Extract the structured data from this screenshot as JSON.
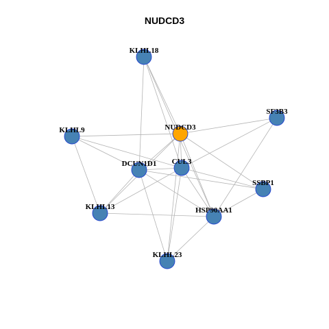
{
  "title": "NUDCD3",
  "colors": {
    "center_node": "#FFA500",
    "node": "#4682B4",
    "node_stroke": "#1F3FD0",
    "edge": "#B3B3B3"
  },
  "nodes": [
    {
      "id": "NUDCD3",
      "label": "NUDCD3",
      "center": true
    },
    {
      "id": "KLHL18",
      "label": "KLHL18"
    },
    {
      "id": "SF3B3",
      "label": "SF3B3"
    },
    {
      "id": "KLHL9",
      "label": "KLHL9"
    },
    {
      "id": "DCUN1D1",
      "label": "DCUN1D1"
    },
    {
      "id": "CUL3",
      "label": "CUL3"
    },
    {
      "id": "SSBP1",
      "label": "SSBP1"
    },
    {
      "id": "KLHL13",
      "label": "KLHL13"
    },
    {
      "id": "HSP90AA1",
      "label": "HSP90AA1"
    },
    {
      "id": "KLHL23",
      "label": "KLHL23"
    }
  ],
  "edges": [
    [
      "KLHL18",
      "NUDCD3"
    ],
    [
      "KLHL18",
      "DCUN1D1"
    ],
    [
      "KLHL18",
      "CUL3"
    ],
    [
      "KLHL18",
      "HSP90AA1"
    ],
    [
      "SF3B3",
      "NUDCD3"
    ],
    [
      "SF3B3",
      "CUL3"
    ],
    [
      "SF3B3",
      "HSP90AA1"
    ],
    [
      "KLHL9",
      "NUDCD3"
    ],
    [
      "KLHL9",
      "DCUN1D1"
    ],
    [
      "KLHL9",
      "CUL3"
    ],
    [
      "KLHL9",
      "KLHL13"
    ],
    [
      "NUDCD3",
      "DCUN1D1"
    ],
    [
      "NUDCD3",
      "CUL3"
    ],
    [
      "NUDCD3",
      "SSBP1"
    ],
    [
      "NUDCD3",
      "HSP90AA1"
    ],
    [
      "NUDCD3",
      "KLHL13"
    ],
    [
      "NUDCD3",
      "KLHL23"
    ],
    [
      "DCUN1D1",
      "CUL3"
    ],
    [
      "DCUN1D1",
      "SSBP1"
    ],
    [
      "DCUN1D1",
      "HSP90AA1"
    ],
    [
      "DCUN1D1",
      "KLHL13"
    ],
    [
      "DCUN1D1",
      "KLHL23"
    ],
    [
      "CUL3",
      "SSBP1"
    ],
    [
      "CUL3",
      "HSP90AA1"
    ],
    [
      "CUL3",
      "KLHL13"
    ],
    [
      "CUL3",
      "KLHL23"
    ],
    [
      "SSBP1",
      "HSP90AA1"
    ],
    [
      "KLHL13",
      "HSP90AA1"
    ],
    [
      "HSP90AA1",
      "KLHL23"
    ]
  ]
}
